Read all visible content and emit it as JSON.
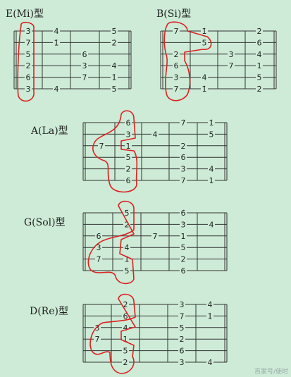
{
  "diagrams": [
    {
      "id": "E",
      "title": "E(Mi)型",
      "notes": [
        [
          "3̇",
          0,
          0
        ],
        [
          "4̇",
          1,
          0
        ],
        [
          "5̇",
          3,
          0
        ],
        [
          "7",
          0,
          1
        ],
        [
          "1̇",
          1,
          1
        ],
        [
          "2̇",
          3,
          1
        ],
        [
          "5",
          0,
          2
        ],
        [
          "6",
          2,
          2
        ],
        [
          "2",
          0,
          3
        ],
        [
          "3",
          2,
          3
        ],
        [
          "4",
          3,
          3
        ],
        [
          "6",
          0,
          4
        ],
        [
          "7",
          2,
          4
        ],
        [
          "1̇",
          3,
          4
        ],
        [
          "3",
          0,
          5
        ],
        [
          "4",
          1,
          5
        ],
        [
          "5",
          3,
          5
        ]
      ]
    },
    {
      "id": "B",
      "title": "B(Si)型",
      "notes": [
        [
          "7",
          0,
          0
        ],
        [
          "1̇",
          1,
          0
        ],
        [
          "2̇",
          3,
          0
        ],
        [
          "5",
          1,
          1
        ],
        [
          "6",
          3,
          1
        ],
        [
          "2",
          0,
          2
        ],
        [
          "3",
          2,
          2
        ],
        [
          "4",
          3,
          2
        ],
        [
          "6",
          0,
          3
        ],
        [
          "7",
          2,
          3
        ],
        [
          "1",
          3,
          3
        ],
        [
          "3",
          0,
          4
        ],
        [
          "4",
          1,
          4
        ],
        [
          "5",
          3,
          4
        ],
        [
          "7",
          0,
          5
        ],
        [
          "1̇",
          1,
          5
        ],
        [
          "2̇",
          3,
          5
        ]
      ]
    },
    {
      "id": "A",
      "title": "A(La)型",
      "notes": [
        [
          "6̇",
          1,
          0
        ],
        [
          "7̇",
          3,
          0
        ],
        [
          "1̇",
          4,
          0
        ],
        [
          "3",
          1,
          1
        ],
        [
          "4",
          2,
          1
        ],
        [
          "5",
          4,
          1
        ],
        [
          "7",
          0,
          2
        ],
        [
          "1",
          1,
          2
        ],
        [
          "2",
          3,
          2
        ],
        [
          "5",
          1,
          3
        ],
        [
          "6",
          3,
          3
        ],
        [
          "2",
          1,
          4
        ],
        [
          "3",
          3,
          4
        ],
        [
          "4",
          4,
          4
        ],
        [
          "6",
          1,
          5
        ],
        [
          "7",
          3,
          5
        ],
        [
          "1",
          4,
          5
        ]
      ]
    },
    {
      "id": "G",
      "title": "G(Sol)型",
      "notes": [
        [
          "5̇",
          1,
          0
        ],
        [
          "6̇",
          3,
          0
        ],
        [
          "2",
          1,
          1
        ],
        [
          "3",
          3,
          1
        ],
        [
          "4",
          4,
          1
        ],
        [
          "6",
          0,
          2
        ],
        [
          "7",
          2,
          2
        ],
        [
          "1",
          3,
          2
        ],
        [
          "3",
          0,
          3
        ],
        [
          "4",
          1,
          3
        ],
        [
          "5",
          3,
          3
        ],
        [
          "7",
          0,
          4
        ],
        [
          "1",
          1,
          4
        ],
        [
          "2",
          3,
          4
        ],
        [
          "5",
          1,
          5
        ],
        [
          "6",
          3,
          5
        ]
      ]
    },
    {
      "id": "D",
      "title": "D(Re)型",
      "notes": [
        [
          "2̇",
          1,
          0
        ],
        [
          "3",
          3,
          0
        ],
        [
          "4̇",
          4,
          0
        ],
        [
          "6",
          1,
          1
        ],
        [
          "7",
          3,
          1
        ],
        [
          "1̇",
          4,
          1
        ],
        [
          "3",
          0,
          2
        ],
        [
          "4",
          1,
          2
        ],
        [
          "5",
          3,
          2
        ],
        [
          "7",
          0,
          3
        ],
        [
          "1",
          1,
          3
        ],
        [
          "2",
          3,
          3
        ],
        [
          "5",
          1,
          4
        ],
        [
          "6",
          3,
          4
        ],
        [
          "2",
          1,
          5
        ],
        [
          "3",
          3,
          5
        ],
        [
          "4",
          4,
          5
        ]
      ]
    }
  ],
  "watermark": "百家号/使时"
}
